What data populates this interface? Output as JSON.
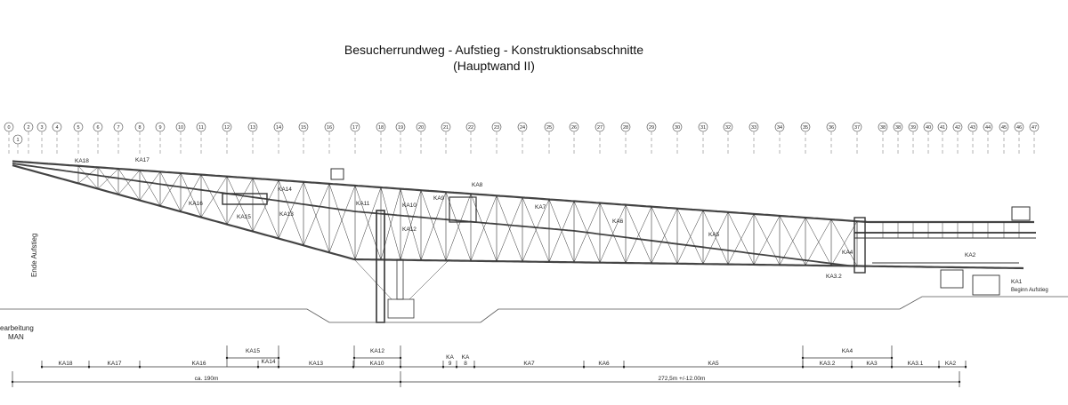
{
  "title": {
    "line1": "Besucherrundweg - Aufstieg - Konstruktionsabschnitte",
    "line2": "(Hauptwand II)"
  },
  "axes": [
    "0",
    "1",
    "2",
    "3",
    "4",
    "5",
    "6",
    "7",
    "8",
    "9",
    "10",
    "11",
    "12",
    "13",
    "14",
    "15",
    "16",
    "17",
    "18",
    "19",
    "20",
    "21",
    "22",
    "23",
    "24",
    "25",
    "26",
    "27",
    "28",
    "29",
    "30",
    "31",
    "32",
    "33",
    "34",
    "35",
    "36",
    "37",
    "38",
    "38",
    "39",
    "40",
    "41",
    "42",
    "43",
    "44",
    "45",
    "46",
    "47"
  ],
  "section_labels": {
    "ka18": "KA18",
    "ka17": "KA17",
    "ka16": "KA16",
    "ka15": "KA15",
    "ka14": "KA14",
    "ka13": "KA13",
    "ka12": "KA12",
    "ka11": "KA11",
    "ka10": "KA10",
    "ka9": "KA9",
    "ka8": "KA8",
    "ka7": "KA7",
    "ka6": "KA6",
    "ka5": "KA5",
    "ka4": "KA4",
    "ka32": "KA3.2",
    "ka2": "KA2",
    "ka1": "KA1"
  },
  "side_texts": {
    "end": "Ende  Aufstieg",
    "begin": "Beginn  Aufstieg",
    "processing_1": "earbeitung",
    "processing_2": "MAN"
  },
  "dimensions": {
    "upper_row": [
      "KA15",
      "KA12",
      "KA4"
    ],
    "main_row": [
      "KA18",
      "KA17",
      "KA16",
      "KA14",
      "KA13",
      "KA10",
      "KA",
      "9",
      "KA",
      "8",
      "KA7",
      "KA6",
      "KA5",
      "KA3.2",
      "KA3",
      "KA3.1",
      "KA2"
    ],
    "total_left": "ca. 190m",
    "total_right": "272,5m  +/-12.00m"
  }
}
